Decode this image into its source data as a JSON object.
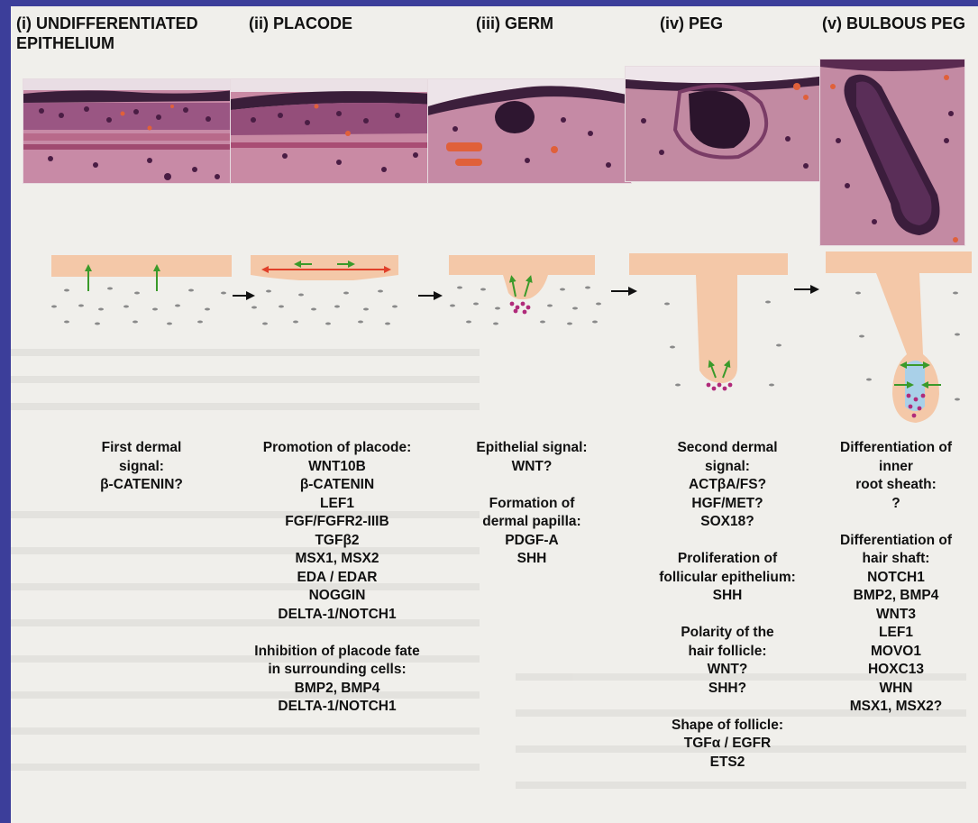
{
  "colors": {
    "frame": "#3c3e9a",
    "page": "#f0efeb",
    "epithelium": "#f4c8a8",
    "dermal_cell": "#8a8a8a",
    "papilla_cell": "#b02a7a",
    "arrow_green": "#3a9a2a",
    "arrow_red": "#e0402a",
    "inner_root_sheath": "#a9d0e8"
  },
  "stages": [
    {
      "id": "undifferentiated",
      "title": "(i) UNDIFFERENTIATED\nEPITHELIUM",
      "caption": "First dermal\nsignal:\nβ-CATENIN?"
    },
    {
      "id": "placode",
      "title": "(ii) PLACODE",
      "caption": "Promotion of placode:\nWNT10B\nβ-CATENIN\nLEF1\nFGF/FGFR2-IIIB\nTGFβ2\nMSX1, MSX2\nEDA / EDAR\nNOGGIN\nDELTA-1/NOTCH1\n\nInhibition of placode fate\nin surrounding cells:\nBMP2, BMP4\nDELTA-1/NOTCH1"
    },
    {
      "id": "germ",
      "title": "(iii) GERM",
      "caption": "Epithelial signal:\nWNT?\n\nFormation of\ndermal papilla:\nPDGF-A\nSHH"
    },
    {
      "id": "peg",
      "title": "(iv) PEG",
      "caption": "Second dermal\nsignal:\nACTβA/FS?\nHGF/MET?\nSOX18?\n\nProliferation of\nfollicular epithelium:\nSHH\n\nPolarity of the\nhair follicle:\nWNT?\nSHH?\n\nShape of follicle:\nTGFα / EGFR\nETS2"
    },
    {
      "id": "bulbous_peg",
      "title": "(v) BULBOUS PEG",
      "caption": "Differentiation of\ninner\nroot sheath:\n?\n\nDifferentiation of\nhair shaft:\nNOTCH1\nBMP2, BMP4\nWNT3\nLEF1\nMOVO1\nHOXC13\nWHN\nMSX1, MSX2?"
    }
  ],
  "icons": [
    "stage-arrow-icon",
    "dermal-signal-arrow-icon",
    "epithelial-signal-arrow-icon",
    "lateral-inhibition-arrow-icon"
  ]
}
